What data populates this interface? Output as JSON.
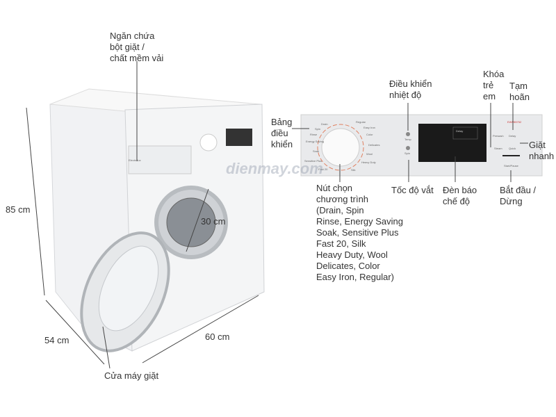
{
  "machine": {
    "detergent_drawer": "Ngăn chứa\nbột giặt /\nchất mềm vải",
    "height": "85 cm",
    "depth": "54 cm",
    "width": "60 cm",
    "door_diameter": "30 cm",
    "door": "Cửa máy giặt",
    "brand": "Electrolux",
    "watermark": "dienmay.com"
  },
  "panel": {
    "control_panel": "Bảng\nđiều\nkhiển",
    "temperature": "Điều khiển\nnhiệt độ",
    "child_lock": "Khóa\ntrẻ\nem",
    "delay": "Tạm\nhoãn",
    "quick_wash": "Giặt\nnhanh",
    "program_dial": "Nút chọn\nchương trình\n(Drain, Spin\nRinse, Energy Saving\nSoak, Sensitive Plus\nFast 20, Silk\nHeavy Duty, Wool\nDelicates, Color\nEasy Iron, Regular)",
    "spin_speed": "Tốc độ vắt",
    "indicator": "Đèn báo\nchế độ",
    "start_stop": "Bắt đầu /\nDừng",
    "model": "EWP85752",
    "dial_left": [
      "Drain",
      "Spin",
      "Rinse",
      "Energy Saving",
      "Soak",
      "Sensitive Plus",
      "Fast 20"
    ],
    "dial_right": [
      "Regular",
      "Easy Iron",
      "Color",
      "Delicates",
      "Wool",
      "Heavy Duty",
      "Silk"
    ],
    "buttons": [
      "Temp",
      "Spin",
      "Prewash",
      "Delay",
      "Steam",
      "Quick",
      "Start/Pause"
    ],
    "display_delay": "Delay"
  }
}
